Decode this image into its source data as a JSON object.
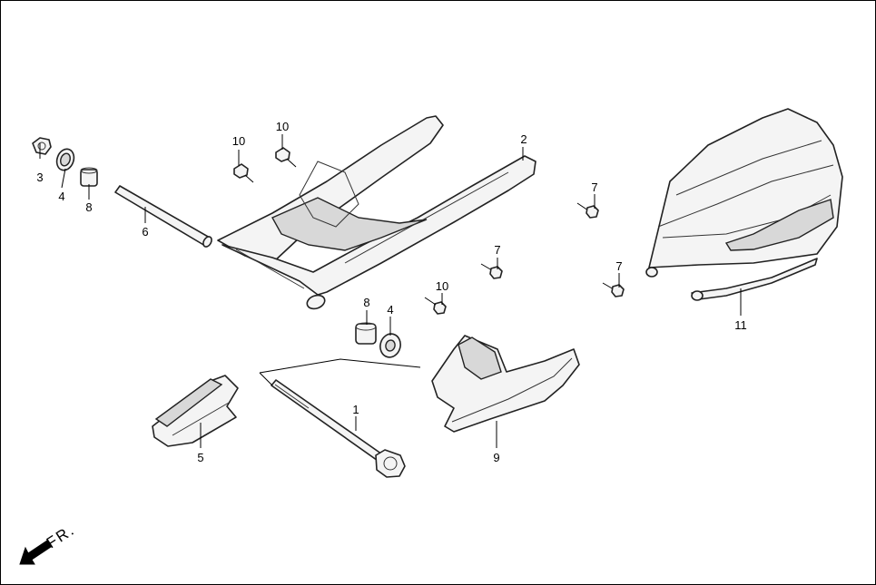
{
  "callouts": {
    "c1": "1",
    "c2": "2",
    "c3": "3",
    "c4a": "4",
    "c4b": "4",
    "c5": "5",
    "c6": "6",
    "c7a": "7",
    "c7b": "7",
    "c7c": "7",
    "c8a": "8",
    "c8b": "8",
    "c9": "9",
    "c10a": "10",
    "c10b": "10",
    "c10c": "10",
    "c11": "11"
  },
  "direction_label": "FR."
}
